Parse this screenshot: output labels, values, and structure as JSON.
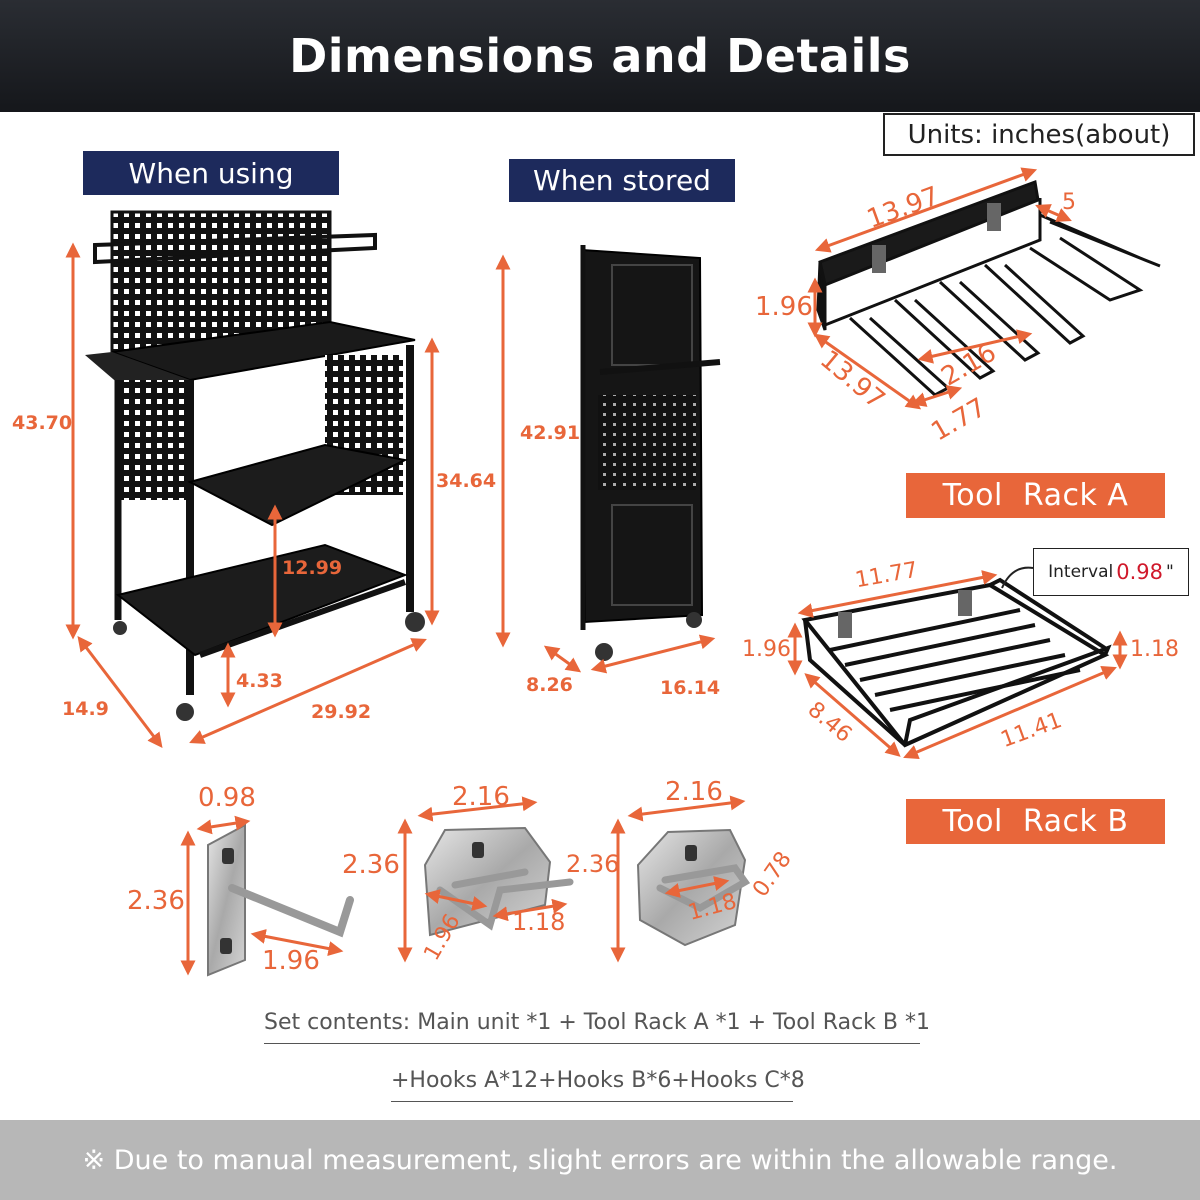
{
  "header": {
    "title": "Dimensions and Details"
  },
  "units_note": "Units: inches(about)",
  "labels": {
    "when_using": "When using",
    "when_stored": "When stored",
    "tool_rack_a": "Tool  Rack A",
    "tool_rack_b": "Tool  Rack B"
  },
  "main_unit": {
    "height_total": "43.70",
    "height_table": "34.64",
    "shelf_gap": "12.99",
    "ground_clearance": "4.33",
    "depth": "14.9",
    "width": "29.92"
  },
  "stored": {
    "height": "42.91",
    "depth": "8.26",
    "width": "16.14"
  },
  "rack_a": {
    "length": "13.97",
    "end": "5",
    "height": "1.96",
    "depth": "13.97",
    "prong_gap": "2.16",
    "prong_width": "1.77"
  },
  "rack_b": {
    "length": "11.77",
    "height_left": "1.96",
    "height_right": "1.18",
    "depth": "8.46",
    "front_length": "11.41",
    "interval_label": "Interval",
    "interval_value": "0.98",
    "interval_unit": "\""
  },
  "hook_a": {
    "width": "0.98",
    "height": "2.36",
    "reach": "1.96"
  },
  "hook_b": {
    "width": "2.16",
    "height": "2.36",
    "reach": "1.96",
    "gap": "1.18"
  },
  "hook_c": {
    "width": "2.16",
    "height": "2.36",
    "gap": "1.18",
    "depth": "0.78"
  },
  "set_contents": {
    "line1": "Set contents: Main unit *1 + Tool Rack A *1 + Tool Rack B *1",
    "line2": "+Hooks A*12+Hooks B*6+Hooks C*8"
  },
  "footer_note": "※ Due to manual measurement, slight errors are within the allowable range.",
  "colors": {
    "accent": "#e8663a",
    "navy": "#1d2a5c",
    "header": "#1a1c20",
    "footer": "#b7b7b7",
    "interval_red": "#d0192b"
  }
}
